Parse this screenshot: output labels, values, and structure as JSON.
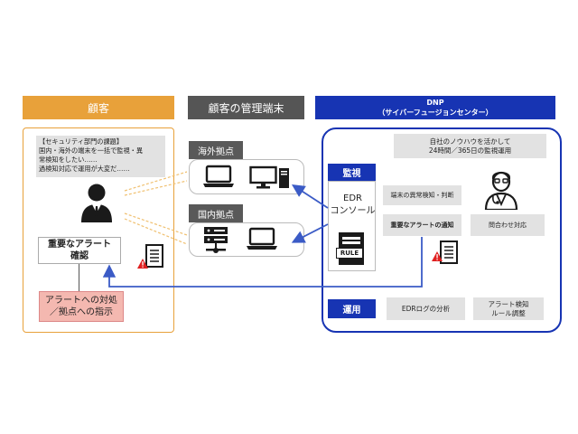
{
  "headers": {
    "customer": "顧客",
    "terminals": "顧客の管理端末",
    "dnp_line1": "DNP",
    "dnp_line2": "（サイバーフュージョンセンター）"
  },
  "customer_panel": {
    "issue_lines": [
      "【セキュリティ部門の課題】",
      "国内・海外の端末を一括で監視・異",
      "常検知をしたい……",
      "過検知対応で運用が大変だ……"
    ],
    "alert_confirm_line1": "重要なアラート",
    "alert_confirm_line2": "確認",
    "instruction_line1": "アラートへの対処",
    "instruction_line2": "／拠点への指示"
  },
  "sites": {
    "overseas_label": "海外拠点",
    "domestic_label": "国内拠点"
  },
  "dnp_panel": {
    "monitoring_label": "監視",
    "edr_line1": "EDR",
    "edr_line2": "コンソール",
    "rule_badge": "RULE",
    "knowhow_line1": "自社のノウハウを活かして",
    "knowhow_line2": "24時間／365日の監視運用",
    "anomaly": "端末の異常検知・判断",
    "notify": "重要なアラートの通知",
    "inquiry": "問合わせ対応",
    "operation_label": "運用",
    "log_analysis": "EDRログの分析",
    "rule_adjust_line1": "アラート検知",
    "rule_adjust_line2": "ルール調整"
  },
  "colors": {
    "orange": "#e8a13a",
    "dark_gray": "#595959",
    "dnp_blue": "#1734b3",
    "light_gray": "#e2e2e2",
    "instruction_pink": "#f4b8b0",
    "alert_red": "#e02020",
    "arrow_blue": "#3b5bc6",
    "dashed_orange": "#f0c070"
  },
  "icons": [
    "person-icon",
    "doctor-icon",
    "laptop-icon",
    "desktop-icon",
    "server-icon",
    "report-alert-icon",
    "rule-document-icon"
  ]
}
